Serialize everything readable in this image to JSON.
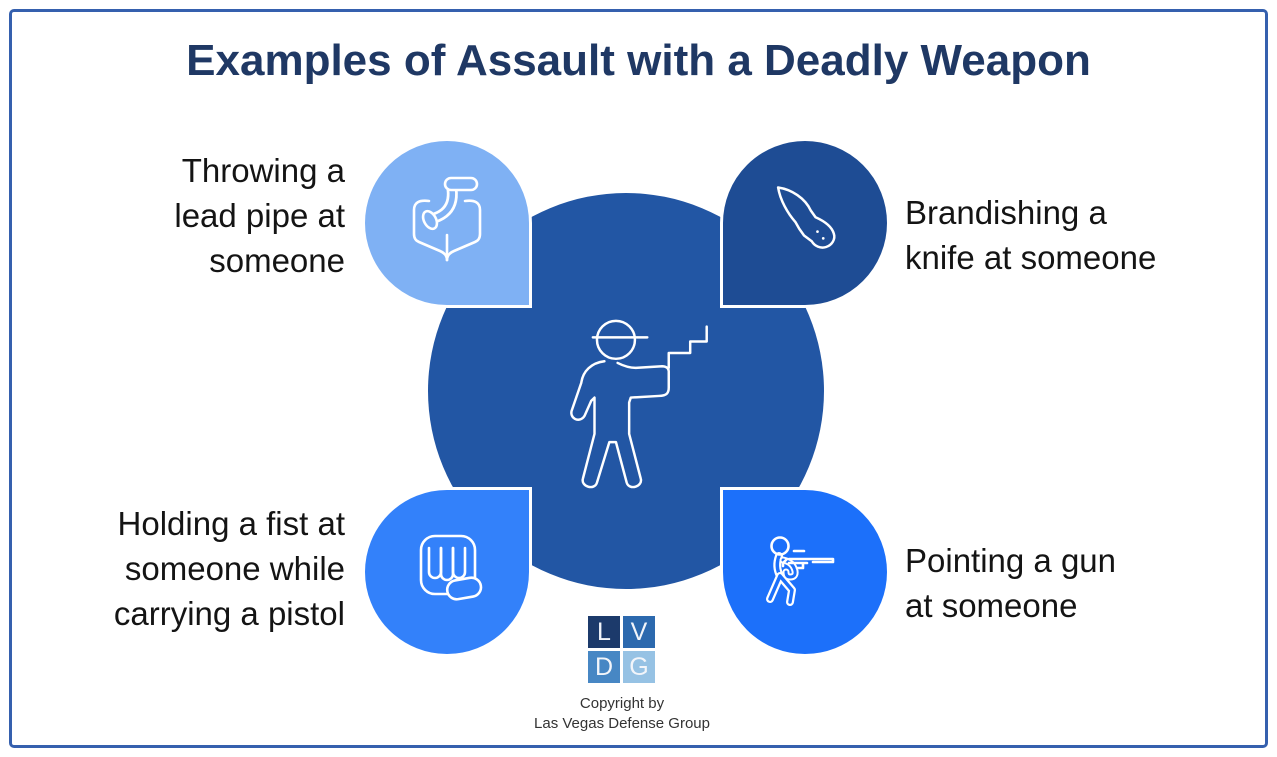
{
  "title": "Examples of Assault with a Deadly Weapon",
  "items": [
    {
      "position": "top-left",
      "icon": "lead-pipe-in-hand-icon",
      "bubble_color": "#7FB1F4",
      "label_lines": [
        "Throwing a",
        "lead pipe at",
        "someone"
      ]
    },
    {
      "position": "top-right",
      "icon": "knife-icon",
      "bubble_color": "#1E4C94",
      "label_lines": [
        "Brandishing a",
        "knife at someone"
      ]
    },
    {
      "position": "bottom-left",
      "icon": "fist-icon",
      "bubble_color": "#3381FA",
      "label_lines": [
        "Holding a fist at",
        "someone while",
        "carrying a pistol"
      ]
    },
    {
      "position": "bottom-right",
      "icon": "person-aiming-rifle-icon",
      "bubble_color": "#1C70FA",
      "label_lines": [
        "Pointing a gun",
        "at someone"
      ]
    }
  ],
  "center": {
    "icon": "person-pointing-pistol-icon",
    "circle_color": "#2256A4"
  },
  "logo": {
    "letters": [
      "L",
      "V",
      "D",
      "G"
    ],
    "square_colors": [
      "#1C3A6B",
      "#2C69AE",
      "#4787C4",
      "#96C2E4"
    ],
    "caption_lines": [
      "Copyright by",
      "Las Vegas Defense Group"
    ]
  },
  "colors": {
    "title_text": "#1F3864",
    "outer_border": "#3560AE",
    "label_text": "#141414",
    "icon_stroke": "#FFFFFF"
  }
}
